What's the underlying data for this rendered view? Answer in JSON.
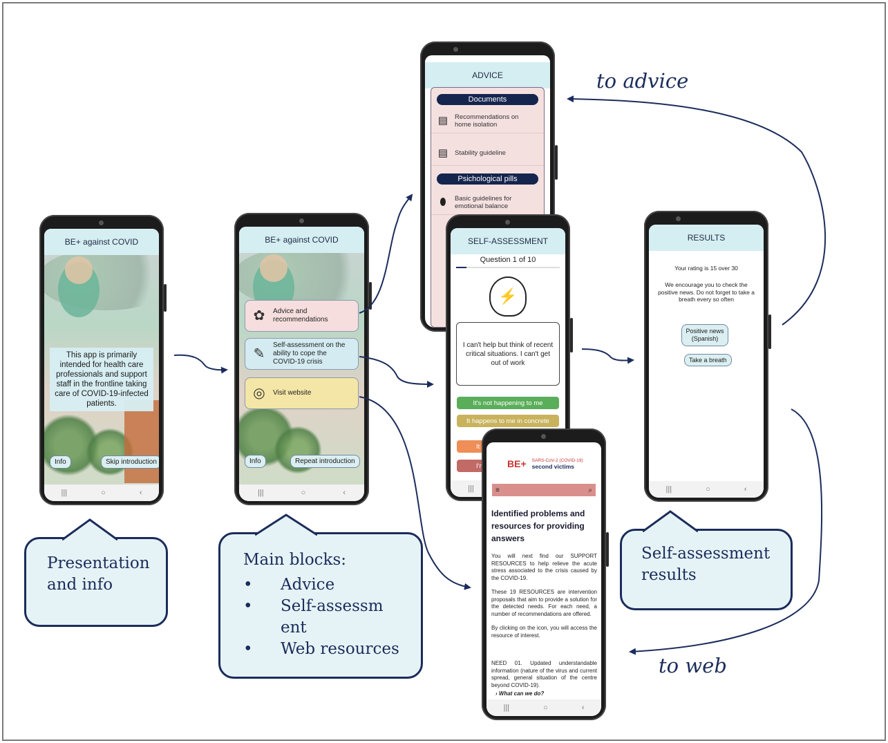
{
  "intro_phone": {
    "title": "BE+ against COVID",
    "text": "This app is primarily intended for health care professionals and support staff in the frontline taking care of COVID-19-infected patients.",
    "info_btn": "Info",
    "skip_btn": "Skip introduction"
  },
  "main_phone": {
    "title": "BE+ against COVID",
    "advice": "Advice and recommendations",
    "self": "Self-assessment on the ability to cope the COVID-19 crisis",
    "web": "Visit website",
    "info_btn": "Info",
    "repeat_btn": "Repeat introduction"
  },
  "advice_phone": {
    "title": "ADVICE",
    "sec1": "Documents",
    "item1": "Recommendations on home isolation",
    "item2": "Stability guideline",
    "sec2": "Psichological pills",
    "item3": "Basic guidelines for emotional balance"
  },
  "self_phone": {
    "title": "SELF-ASSESSMENT",
    "question_no": "Question 1 of 10",
    "question": "I can't help but think of recent critical situations. I can't get out of work",
    "a1": "It's not happening to me",
    "a2": "It happens to me in concrete",
    "a3": "It",
    "a4": "I'm"
  },
  "results_phone": {
    "title": "RESULTS",
    "rating": "Your rating is 15 over 30",
    "msg": "We encourage you to check the positive news. Do not forget to take a breath every so often",
    "btn1": "Positive news (Spanish)",
    "btn2": "Take a breath"
  },
  "web_phone": {
    "logo_sub": "SARS-CoV-2 (COVID-19)",
    "logo_main": "second victims",
    "heading": "Identified problems and resources for providing answers",
    "p1": "You will next find our SUPPORT RESOURCES to help relieve the acute stress associated to the crisis caused by the COVID-19.",
    "p2": "These 19 RESOURCES are intervention proposals that aim to provide a solution for the detected needs. For each need, a number of recommendations are offered.",
    "p3": "By clicking on the icon, you will access the resource of interest.",
    "p4": "NEED 01. Updated understandable information (nature of the virus and current spread, general situation of the centre beyond COVID-19).",
    "p5": "› What can we do?"
  },
  "callouts": {
    "presentation": "Presentation and info",
    "main_title": "Main blocks:",
    "main_items": [
      "Advice",
      "Self-assessment",
      "Web resources"
    ],
    "results": "Self-assessment results"
  },
  "labels": {
    "to_advice": "to advice",
    "to_web": "to web"
  },
  "colors": {
    "header": "#d5eef2",
    "navy": "#1b2c5b",
    "green": "#5aae5a",
    "olive": "#c8b25c",
    "orange": "#ef8e57",
    "red": "#c26a66"
  }
}
